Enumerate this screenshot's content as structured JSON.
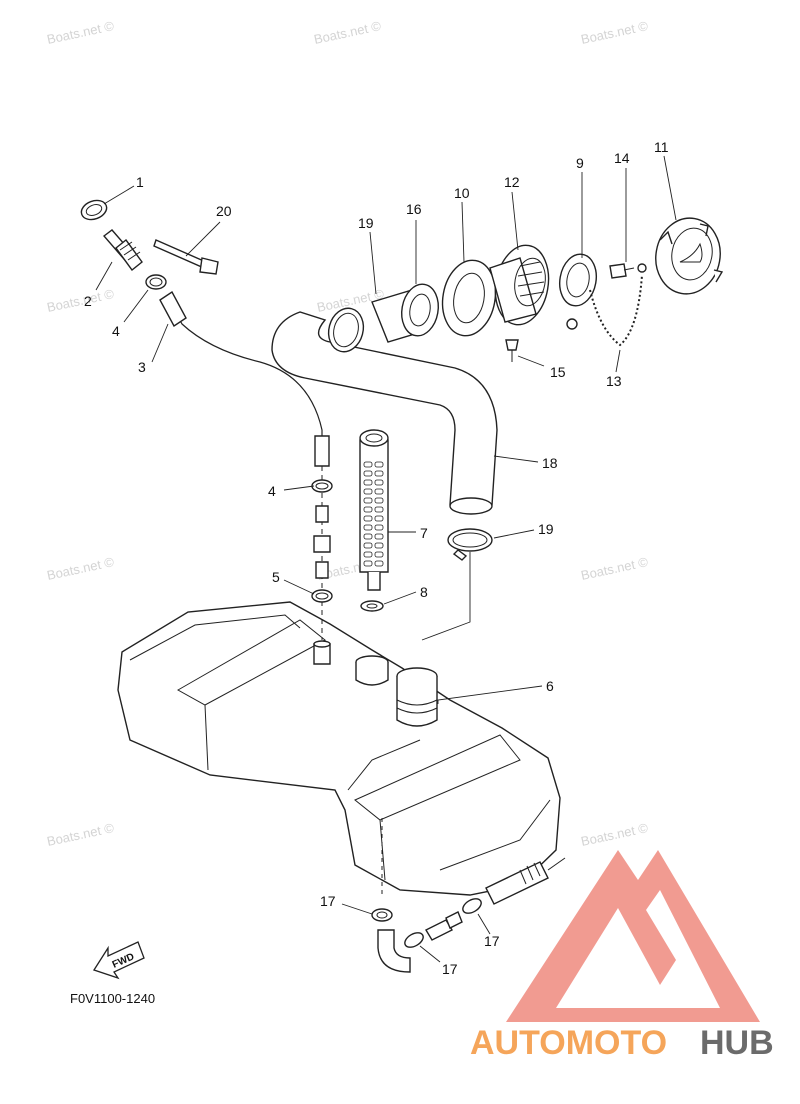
{
  "watermarks": [
    "Boats.net ©",
    "Boats.net ©",
    "Boats.net ©",
    "Boats.net ©",
    "Boats.net ©",
    "Boats.net ©",
    "Boats.net ©",
    "Boats.net ©",
    "Boats.net ©",
    "Boats.net ©"
  ],
  "callouts": [
    "1",
    "2",
    "3",
    "4",
    "20",
    "19",
    "16",
    "10",
    "12",
    "9",
    "14",
    "11",
    "15",
    "13",
    "18",
    "4",
    "7",
    "19",
    "5",
    "8",
    "6",
    "17",
    "17",
    "17"
  ],
  "fwd_label": "FWD",
  "diagram_code": "F0V1100-1240",
  "logo": {
    "part1": "AUTOMOTO",
    "part2": "HUB",
    "color1": "#f5a55a",
    "color2": "#6b6b6b",
    "triangle_color": "#ef8a7e"
  }
}
